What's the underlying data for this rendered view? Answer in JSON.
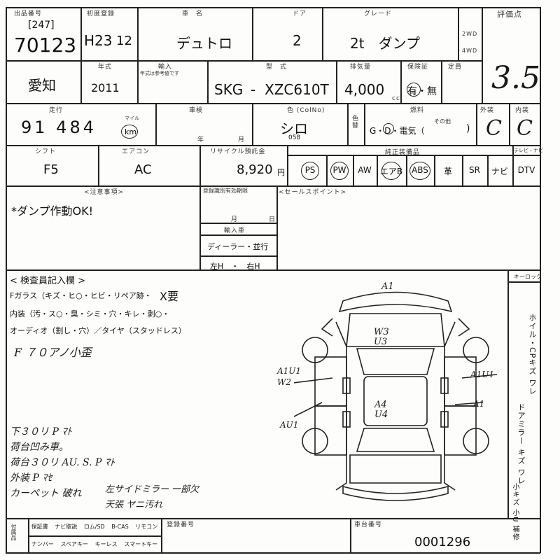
{
  "labels": {
    "lot_no": "出品番号",
    "first_reg": "初度登録",
    "make": "車　名",
    "door": "ドア",
    "grade": "グレード",
    "wd2": "2WD",
    "wd4": "4WD",
    "score": "評価点",
    "year_japan": "年式",
    "import": "輸入",
    "model_year_note": "年式は参考値です",
    "model": "型　式",
    "displacement": "排気量",
    "insurance": "保険証",
    "capacity": "定員",
    "cc": "cc",
    "mileage": "走行",
    "shaken": "車検",
    "year": "年",
    "month": "月",
    "color": "色 (ColNo)",
    "color_change": "色替",
    "fuel": "燃料",
    "ext": "外装",
    "int": "内装",
    "shift": "シフト",
    "aircon": "エアコン",
    "recycle": "リサイクル預託金",
    "equipment": "純正装備品",
    "tv": "テレビ・ナビ",
    "notes": "<注意事項>",
    "dealer_box": "登録識別有効期限",
    "import_label": "輸入車",
    "sales_point": "<セールスポイント>",
    "inspector": "< 検査員記入欄 >",
    "keyless": "キーロック",
    "fglass_row": "Fガラス（キズ・ヒ○・ヒビ・リペア跡・",
    "fglass_x": "X要",
    "interior_row": "内装（汚・ス○・臭・シミ・穴・キレ・剥○・",
    "audio_row": "オーディオ（割し・穴）／タイヤ（スタッドレス）",
    "legend_right": "ホイル・CPキズ ワレ",
    "legend_right2": "ドアミラー キズ ワレ",
    "legend_right3": "小キズ 小U 補修",
    "bottom_cells": [
      "保証書",
      "ナビ取説",
      "ロム/SD",
      "B-CAS",
      "リモコン",
      "スペアキー",
      "キーレス",
      "スマートキー",
      "ナンバー"
    ],
    "reg_no": "登録番号",
    "chassis_no": "車台番号"
  },
  "header": {
    "lot_bracket": "[247]",
    "lot_number": "70123",
    "first_reg": "H23",
    "first_reg_month": "12",
    "make": "デュトロ",
    "door": "2",
    "grade": "2t　ダンプ",
    "score": "3.5"
  },
  "row2": {
    "region": "愛知",
    "year": "2011",
    "model_prefix": "SKG",
    "model_code": "XZC610T",
    "displacement": "4,000",
    "insurance": "有・無"
  },
  "row3": {
    "mileage": "91 484",
    "mileage_unit": "km",
    "mileage_unit_alt": "マイル",
    "color": "シロ",
    "color_code": "058",
    "fuel": "G・D・電気（",
    "fuel_other": "その他",
    "ext_grade": "C",
    "int_grade": "C"
  },
  "row4": {
    "shift": "F5",
    "aircon": "AC",
    "recycle": "8,920",
    "recycle_unit": "円",
    "equipment": [
      "PS",
      "PW",
      "AW",
      "エアB",
      "ABS",
      "革",
      "SR",
      "ナビ",
      "DTV"
    ]
  },
  "notes": {
    "main": "*ダンプ作動OK!",
    "dealer": "ディーラー・並行",
    "handle": "左H　・　右H",
    "month": "月",
    "day": "日"
  },
  "inspector": {
    "line1": "F ７０アノ小歪",
    "remarks": [
      "下３０リ P ﾏﾄ",
      "荷台凹み車。",
      "荷台３０リ AU. S. P ﾏﾄ",
      "外装 P ﾏｾ",
      "カーペット 破れ"
    ],
    "remarks_right1": "左サイドミラー 一部欠",
    "remarks_right2": "天張 ヤニ汚れ"
  },
  "diagram_marks": {
    "top": "A1",
    "roof": "W3\nU3",
    "left_door": "A1U1\nW2",
    "right_door": "A1U1",
    "right_rear": "A1",
    "center": "A4\nU4",
    "left_rear": "AU1"
  },
  "footer": {
    "chassis_number": "0001296"
  }
}
